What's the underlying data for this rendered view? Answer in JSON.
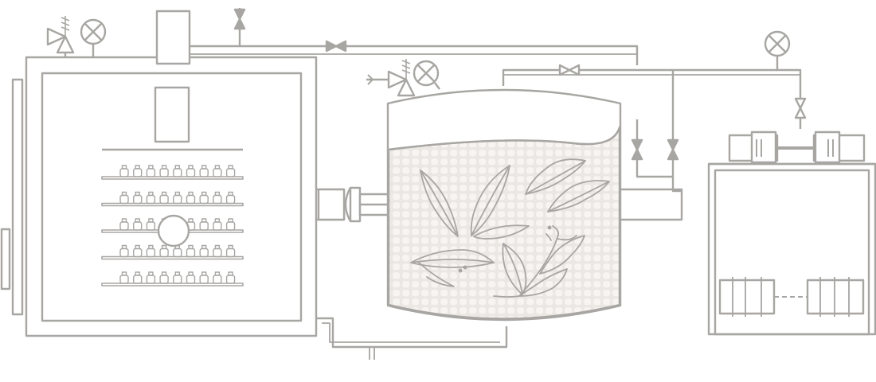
{
  "diagram": {
    "units": [
      "freeze-dryer-chamber",
      "condenser-vessel",
      "vacuum-pump-unit"
    ],
    "shelves": 5,
    "vials_per_shelf": 9,
    "colors": {
      "line": "#a8a6a3",
      "fill": "#ffffff",
      "condensate": "#ebe8e4",
      "texture": "#f7f5f2"
    },
    "icons": [
      "pressure-gauge-icon",
      "safety-valve-icon",
      "gate-valve-icon",
      "leaf-decoration-icon"
    ]
  }
}
